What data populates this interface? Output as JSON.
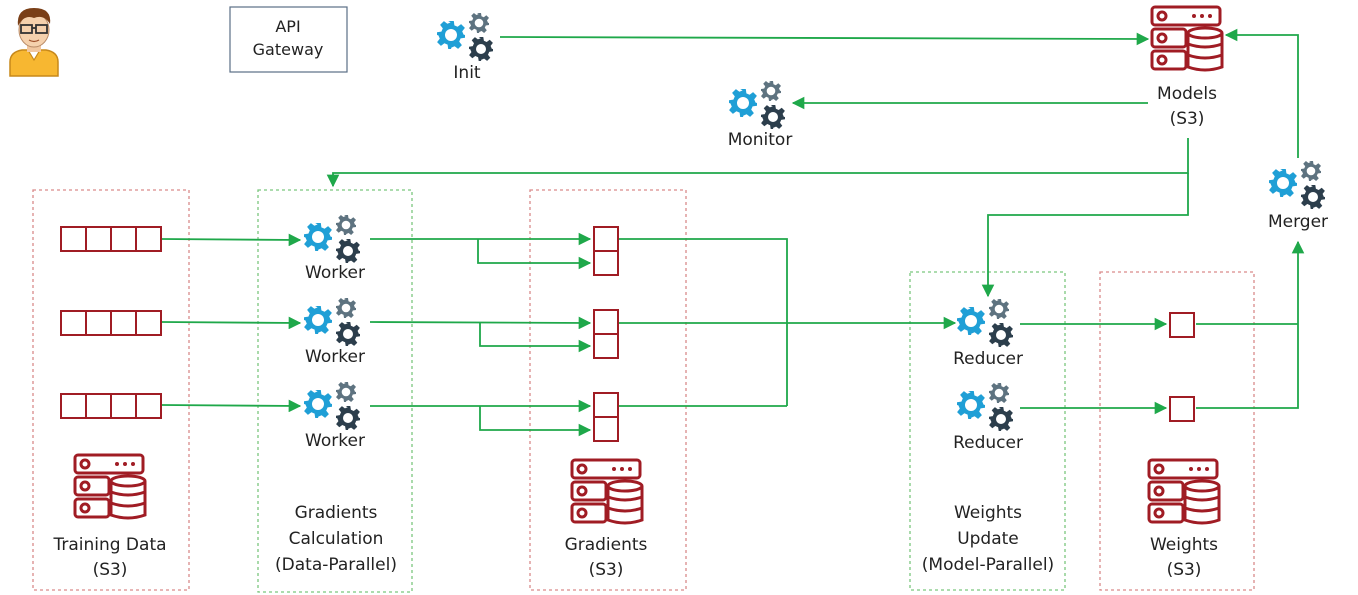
{
  "colors": {
    "arrow": "#1fa84a",
    "storage": "#a01c24",
    "gear_blue": "#1f9fd6",
    "gear_gray": "#5e7380",
    "gear_dark": "#2c3e4c",
    "box_red_dash": "#d98a8a",
    "box_green_dash": "#7bc77e"
  },
  "gateway": {
    "line1": "API",
    "line2": "Gateway"
  },
  "services": {
    "init": "Init",
    "monitor": "Monitor",
    "merger": "Merger",
    "workers": [
      "Worker",
      "Worker",
      "Worker"
    ],
    "reducers": [
      "Reducer",
      "Reducer"
    ]
  },
  "stores": {
    "models": [
      "Models",
      "(S3)"
    ],
    "training_data": [
      "Training Data",
      "(S3)"
    ],
    "gradients": [
      "Gradients",
      "(S3)"
    ],
    "weights": [
      "Weights",
      "(S3)"
    ]
  },
  "stages": {
    "gradients_calc": [
      "Gradients",
      "Calculation",
      "(Data-Parallel)"
    ],
    "weights_update": [
      "Weights",
      "Update",
      "(Model-Parallel)"
    ]
  },
  "icons": {
    "user": "user-avatar-icon",
    "gears": "gears-icon",
    "storage": "storage-server-icon"
  }
}
